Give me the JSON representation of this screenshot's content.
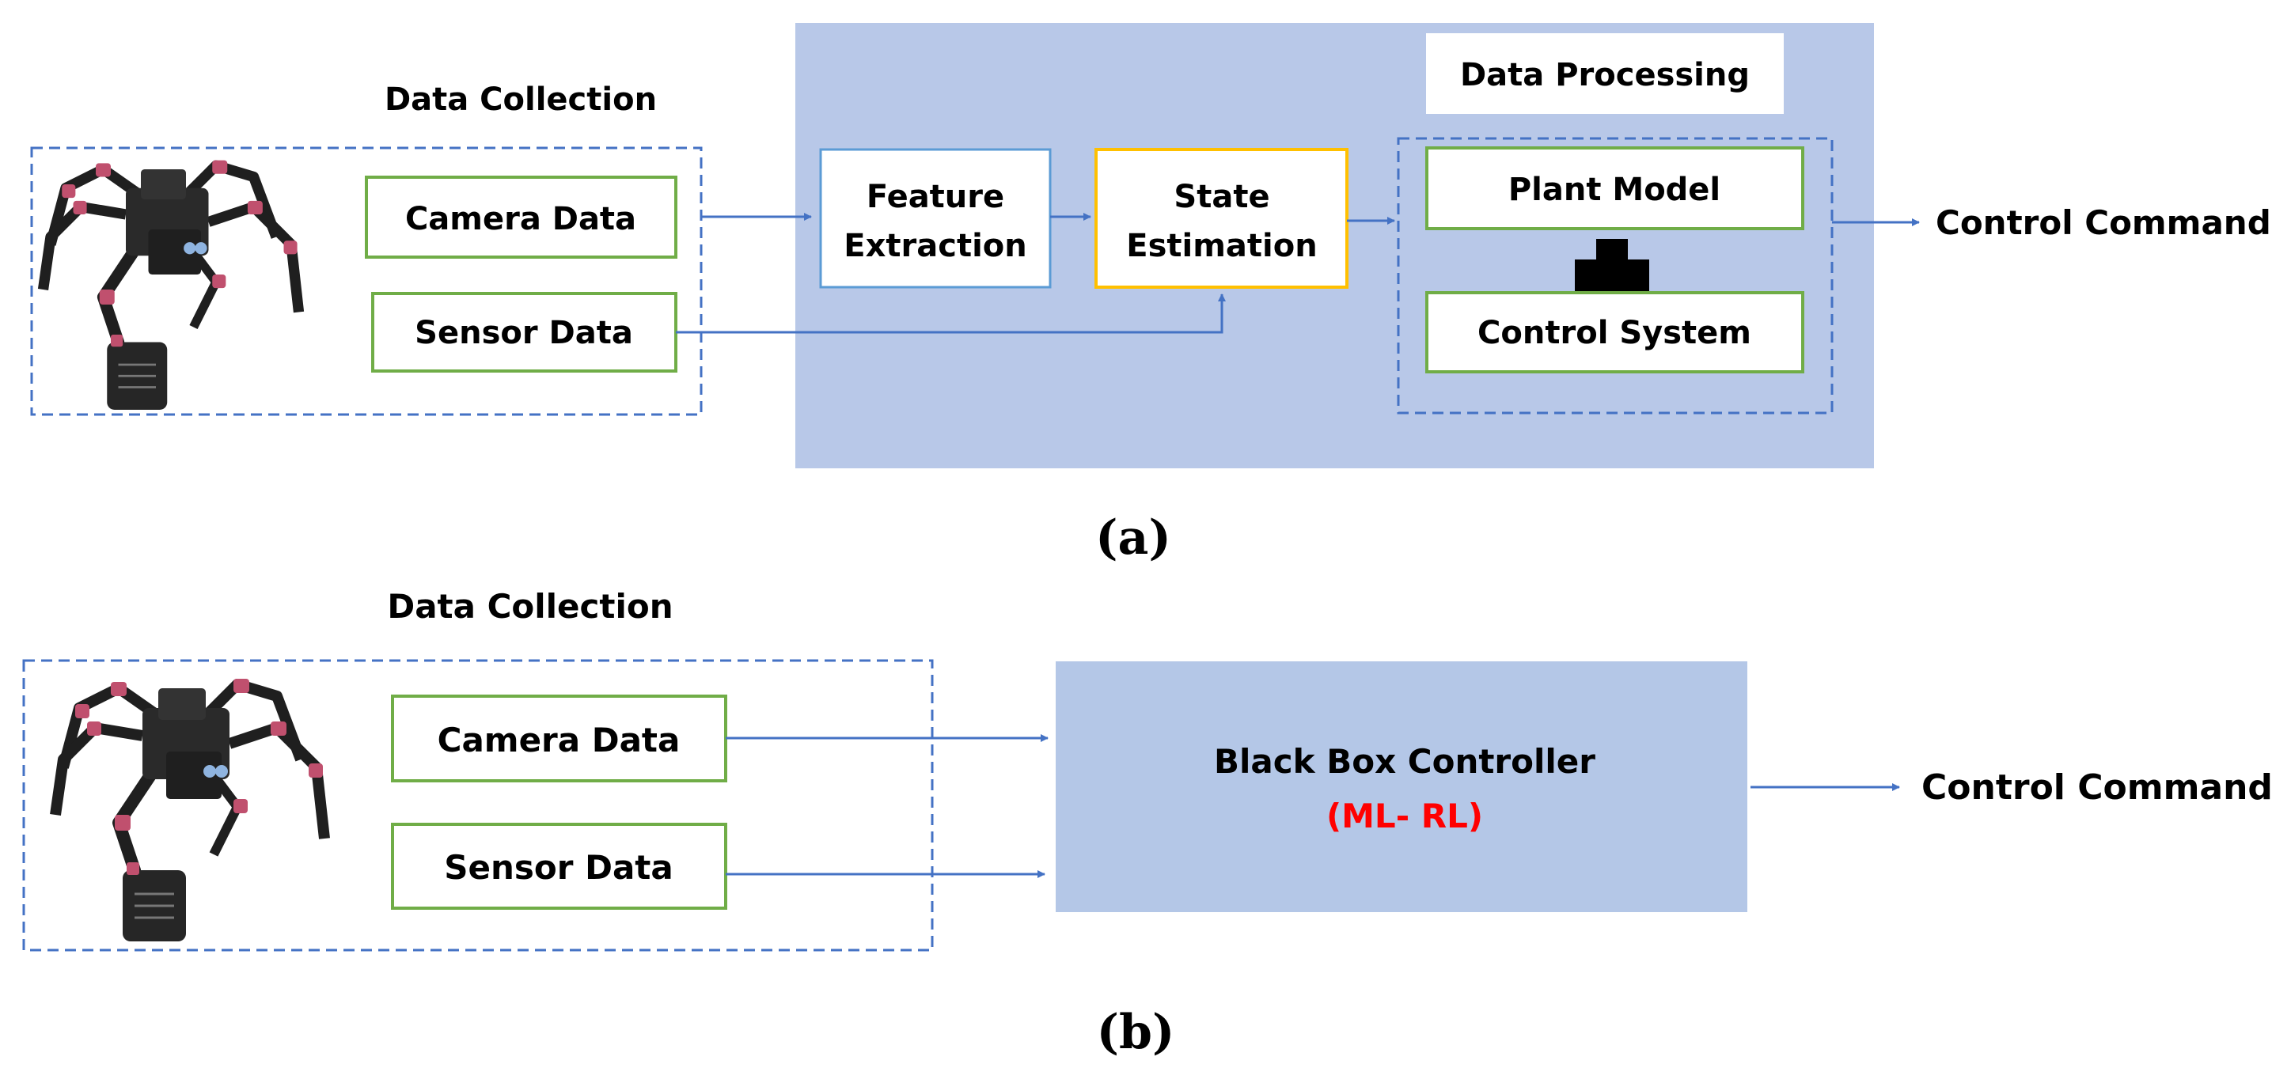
{
  "panel_a": {
    "data_collection_title": "Data Collection",
    "camera_label": "Camera Data",
    "sensor_label": "Sensor Data",
    "feature_line1": "Feature",
    "feature_line2": "Extraction",
    "state_line1": "State",
    "state_line2": "Estimation",
    "data_processing_title": "Data Processing",
    "plant_model_label": "Plant Model",
    "control_system_label": "Control System",
    "output_label": "Control Command",
    "caption": "(a)"
  },
  "panel_b": {
    "data_collection_title": "Data Collection",
    "camera_label": "Camera Data",
    "sensor_label": "Sensor Data",
    "controller_label": "Black Box Controller",
    "controller_sub": "(ML- RL)",
    "output_label": "Control Command",
    "caption": "(b)"
  },
  "colors": {
    "processing_bg": "#b8c8e8",
    "controller_bg": "#b4c7e7",
    "arrow": "#4472c4",
    "feature_border": "#5b9bd5",
    "state_border": "#ffc000",
    "green_border": "#70ad47",
    "red_text": "#ff0000",
    "robot_body": "#1f1f1f",
    "robot_joint": "#c0506e"
  }
}
